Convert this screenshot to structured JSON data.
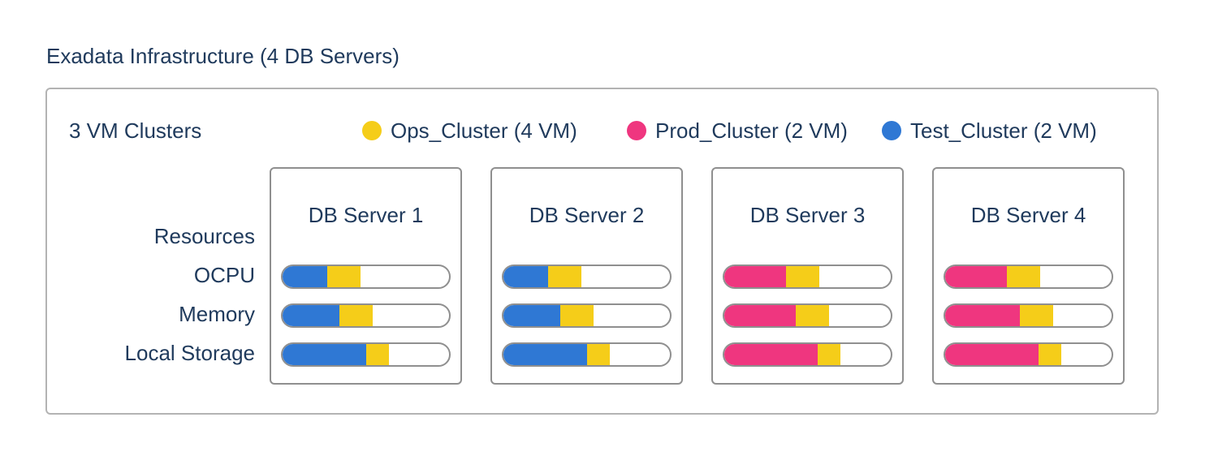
{
  "title": "Exadata Infrastructure (4 DB Servers)",
  "clusters_count": "3 VM Clusters",
  "legend": [
    {
      "label": "Ops_Cluster (4 VM)",
      "color": "#f5cd19"
    },
    {
      "label": "Prod_Cluster (2 VM)",
      "color": "#ef367f"
    },
    {
      "label": "Test_Cluster (2 VM)",
      "color": "#2f78d4"
    }
  ],
  "resources_header": "Resources",
  "resources": [
    "OCPU",
    "Memory",
    "Local Storage"
  ],
  "servers": [
    {
      "name": "DB Server 1",
      "usage": [
        [
          {
            "color": "#2f78d4",
            "pct": 27
          },
          {
            "color": "#f5cd19",
            "pct": 20
          }
        ],
        [
          {
            "color": "#2f78d4",
            "pct": 34
          },
          {
            "color": "#f5cd19",
            "pct": 20
          }
        ],
        [
          {
            "color": "#2f78d4",
            "pct": 50
          },
          {
            "color": "#f5cd19",
            "pct": 14
          }
        ]
      ]
    },
    {
      "name": "DB Server 2",
      "usage": [
        [
          {
            "color": "#2f78d4",
            "pct": 27
          },
          {
            "color": "#f5cd19",
            "pct": 20
          }
        ],
        [
          {
            "color": "#2f78d4",
            "pct": 34
          },
          {
            "color": "#f5cd19",
            "pct": 20
          }
        ],
        [
          {
            "color": "#2f78d4",
            "pct": 50
          },
          {
            "color": "#f5cd19",
            "pct": 14
          }
        ]
      ]
    },
    {
      "name": "DB Server 3",
      "usage": [
        [
          {
            "color": "#ef367f",
            "pct": 37
          },
          {
            "color": "#f5cd19",
            "pct": 20
          }
        ],
        [
          {
            "color": "#ef367f",
            "pct": 43
          },
          {
            "color": "#f5cd19",
            "pct": 20
          }
        ],
        [
          {
            "color": "#ef367f",
            "pct": 56
          },
          {
            "color": "#f5cd19",
            "pct": 14
          }
        ]
      ]
    },
    {
      "name": "DB Server 4",
      "usage": [
        [
          {
            "color": "#ef367f",
            "pct": 37
          },
          {
            "color": "#f5cd19",
            "pct": 20
          }
        ],
        [
          {
            "color": "#ef367f",
            "pct": 45
          },
          {
            "color": "#f5cd19",
            "pct": 20
          }
        ],
        [
          {
            "color": "#ef367f",
            "pct": 56
          },
          {
            "color": "#f5cd19",
            "pct": 14
          }
        ]
      ]
    }
  ]
}
